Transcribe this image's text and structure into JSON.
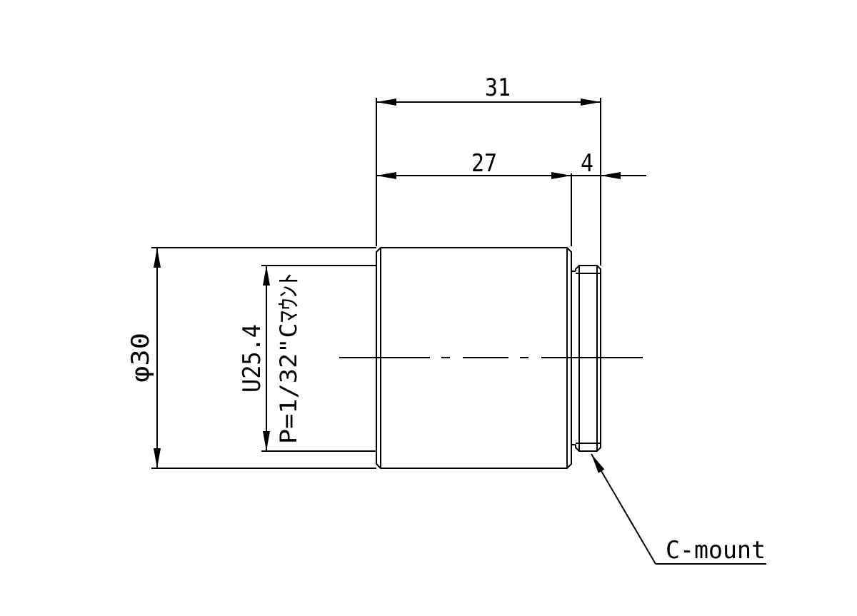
{
  "drawing": {
    "dimensions": {
      "overall_length": "31",
      "body_length": "27",
      "mount_length": "4",
      "diameter": "φ30",
      "thread_line1": "U25.4",
      "thread_line2": "P=1/32\"Cﾏｳﾝﾄ"
    },
    "callout_label": "C-mount",
    "colors": {
      "line": "#000000",
      "background": "#ffffff"
    }
  }
}
